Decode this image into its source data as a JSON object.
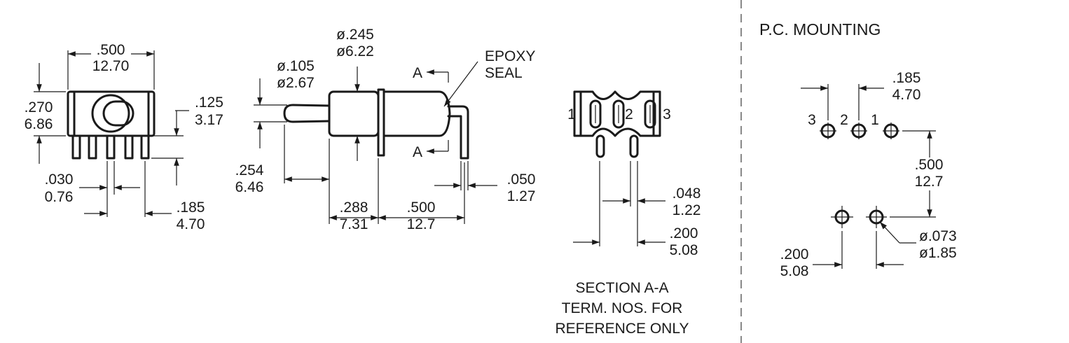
{
  "front_view": {
    "width_in": ".500",
    "width_mm": "12.70",
    "height_in": ".270",
    "height_mm": "6.86",
    "pin_in": ".125",
    "pin_mm": "3.17",
    "pin_width_in": ".030",
    "pin_width_mm": "0.76",
    "pin_spacing_in": ".185",
    "pin_spacing_mm": "4.70"
  },
  "side_view": {
    "lever_dia_in": "ø.105",
    "lever_dia_mm": "ø2.67",
    "bushing_dia_in": "ø.245",
    "bushing_dia_mm": "ø6.22",
    "epoxy_label_1": "EPOXY",
    "epoxy_label_2": "SEAL",
    "section_mark": "A",
    "lever_len_in": ".254",
    "lever_len_mm": "6.46",
    "bushing_len_in": ".288",
    "bushing_len_mm": "7.31",
    "body_len_in": ".500",
    "body_len_mm": "12.7",
    "term_dia_in": ".050",
    "term_dia_mm": "1.27"
  },
  "section_view": {
    "term_1": "1",
    "term_2": "2",
    "term_3": "3",
    "term_width_in": ".048",
    "term_width_mm": "1.22",
    "term_spacing_in": ".200",
    "term_spacing_mm": "5.08",
    "caption_1": "SECTION A-A",
    "caption_2": "TERM. NOS. FOR",
    "caption_3": "REFERENCE ONLY"
  },
  "pc_mounting": {
    "title": "P.C. MOUNTING",
    "hole_1": "1",
    "hole_2": "2",
    "hole_3": "3",
    "spacing_in": ".185",
    "spacing_mm": "4.70",
    "row_gap_in": ".500",
    "row_gap_mm": "12.7",
    "hole_dia_in": "ø.073",
    "hole_dia_mm": "ø1.85",
    "support_spacing_in": ".200",
    "support_spacing_mm": "5.08"
  }
}
